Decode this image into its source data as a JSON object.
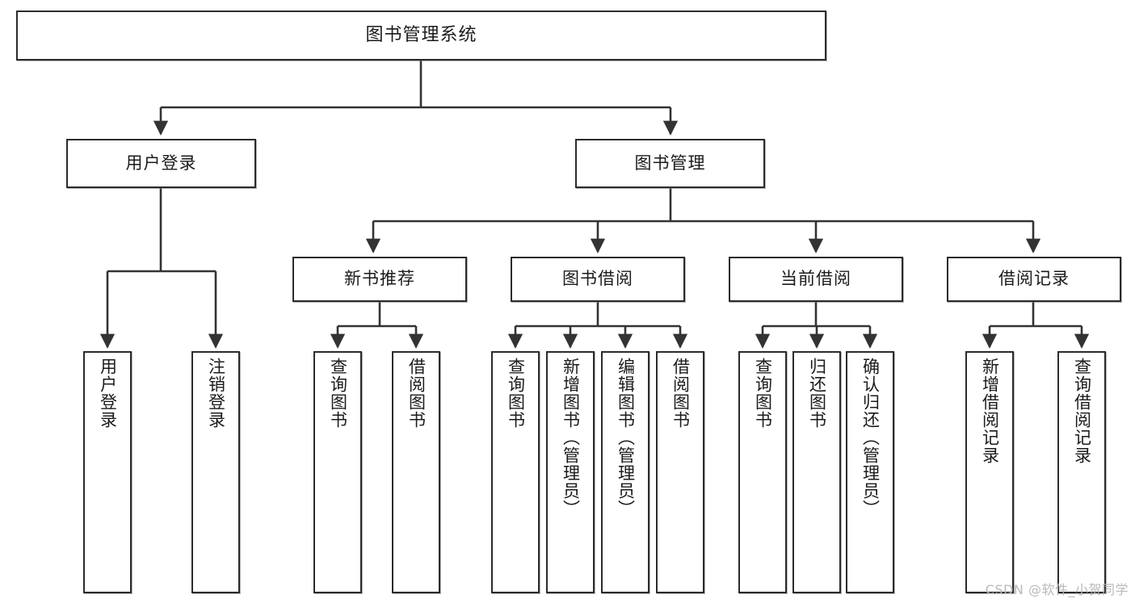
{
  "diagram": {
    "type": "tree",
    "title": "图书管理系统",
    "watermark": "CSDN @软件_小贺同学",
    "colors": {
      "box_border": "#2b2b2b",
      "box_fill": "#ffffff",
      "edge": "#333333",
      "text": "#1b1b1b",
      "watermark": "#b9b9b9"
    },
    "root": {
      "label": "图书管理系统"
    },
    "level2": [
      {
        "label": "用户登录"
      },
      {
        "label": "图书管理"
      }
    ],
    "level3": [
      {
        "label": "新书推荐"
      },
      {
        "label": "图书借阅"
      },
      {
        "label": "当前借阅"
      },
      {
        "label": "借阅记录"
      }
    ],
    "leaves_user_login": [
      {
        "label": "用户登录"
      },
      {
        "label": "注销登录"
      }
    ],
    "leaves_new_book": [
      {
        "label": "查询图书"
      },
      {
        "label": "借阅图书"
      }
    ],
    "leaves_borrow": [
      {
        "label": "查询图书"
      },
      {
        "label": "新增图书（管理员）"
      },
      {
        "label": "编辑图书（管理员）"
      },
      {
        "label": "借阅图书"
      }
    ],
    "leaves_current": [
      {
        "label": "查询图书"
      },
      {
        "label": "归还图书"
      },
      {
        "label": "确认归还（管理员）"
      }
    ],
    "leaves_record": [
      {
        "label": "新增借阅记录"
      },
      {
        "label": "查询借阅记录"
      }
    ]
  }
}
